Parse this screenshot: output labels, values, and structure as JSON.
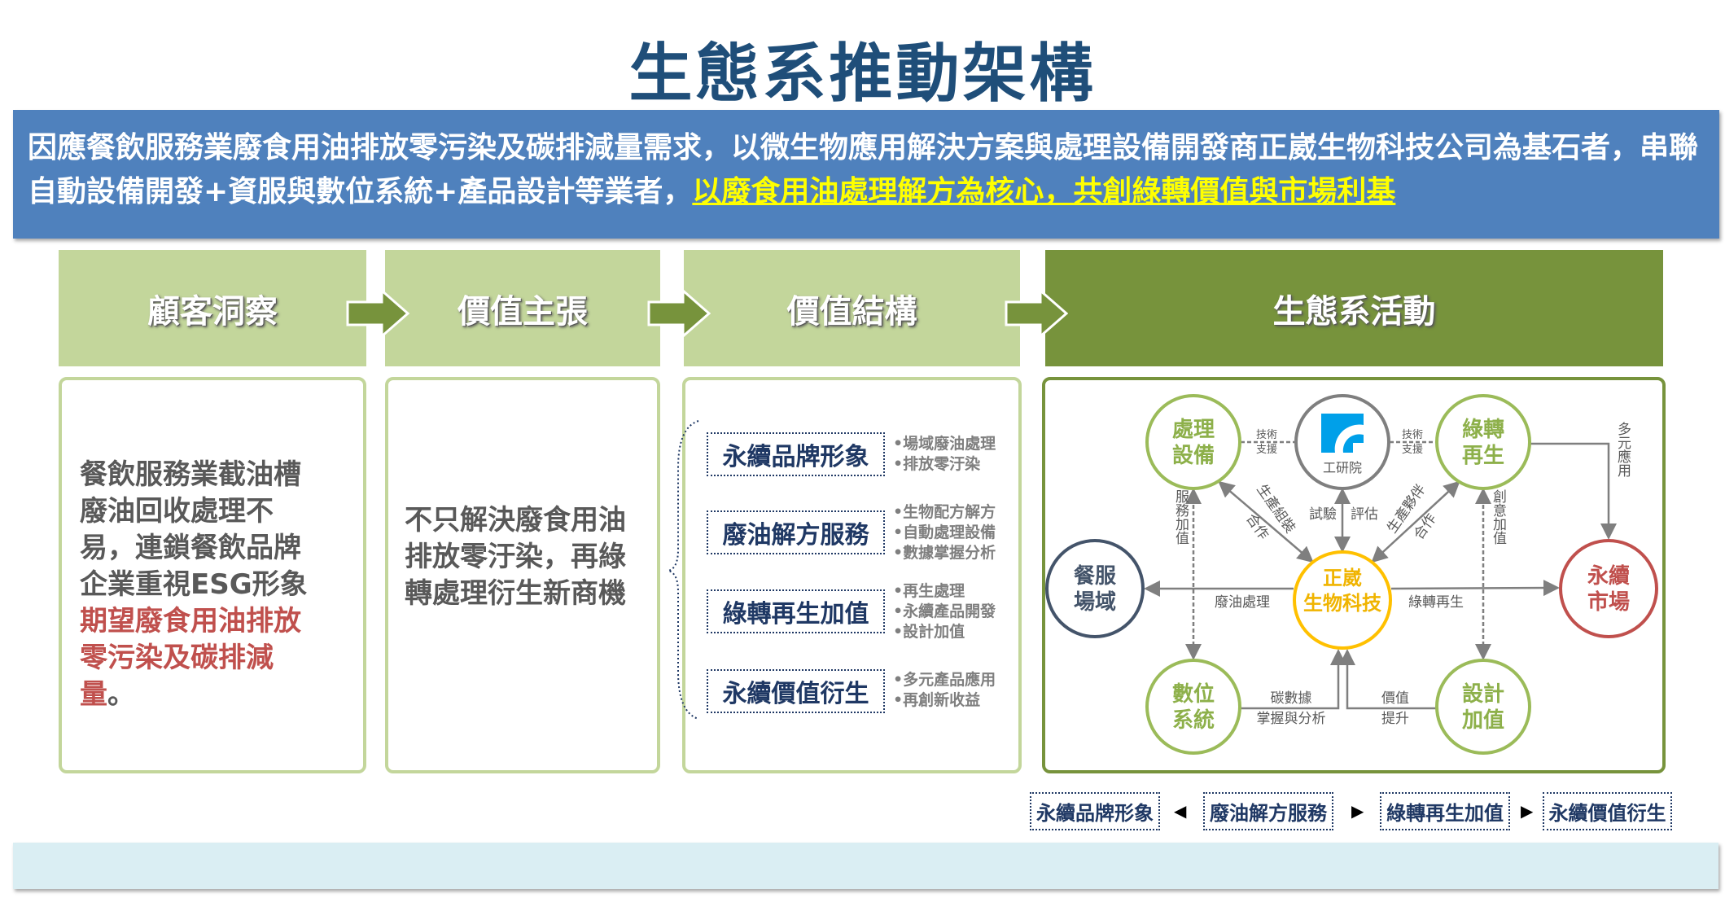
{
  "title": "生態系推動架構",
  "banner": {
    "text": "因應餐飲服務業廢食用油排放零污染及碳排減量需求，以微生物應用解決方案與處理設備開發商正崴生物科技公司為基石者，串聯自動設備開發+資服與數位系統+產品設計等業者，",
    "highlight": "以廢食用油處理解方為核心，共創綠轉價值與市場利基"
  },
  "headers": [
    "顧客洞察",
    "價值主張",
    "價值結構",
    "生態系活動"
  ],
  "insight": {
    "text": "餐飲服務業截油槽廢油回收處理不易，連鎖餐飲品牌企業重視ESG形象",
    "highlight": "期望廢食用油排放零污染及碳排減量",
    "end": "。"
  },
  "proposition": "不只解決廢食用油排放零汙染，再綠轉處理衍生新商機",
  "structure": [
    {
      "label": "永續品牌形象",
      "bullets": [
        "•場域廢油處理",
        "•排放零汙染"
      ]
    },
    {
      "label": "廢油解方服務",
      "bullets": [
        "•生物配方解方",
        "•自動處理設備",
        "•數據掌握分析"
      ]
    },
    {
      "label": "綠轉再生加值",
      "bullets": [
        "•再生處理",
        "•永續產品開發",
        "•設計加值"
      ]
    },
    {
      "label": "永續價值衍生",
      "bullets": [
        "•多元產品應用",
        "•再創新收益"
      ]
    }
  ],
  "diagram": {
    "nodes": {
      "equipment": [
        "處理",
        "設備"
      ],
      "itri": "工研院",
      "green": [
        "綠轉",
        "再生"
      ],
      "venue": [
        "餐服",
        "場域"
      ],
      "core": [
        "正崴",
        "生物科技"
      ],
      "market": [
        "永續",
        "市場"
      ],
      "digital": [
        "數位",
        "系統"
      ],
      "design": [
        "設計",
        "加值"
      ]
    },
    "edges": {
      "tech1": [
        "技術",
        "支援"
      ],
      "tech2": [
        "技術",
        "支援"
      ],
      "trial": "試驗",
      "eval": "評估",
      "assembly": [
        "生產組裝",
        "合作"
      ],
      "partner": [
        "生產夥伴",
        "合作"
      ],
      "service": "服務加值",
      "creative": "創意加值",
      "multi": "多元應用",
      "oil": "廢油處理",
      "regen": "綠轉再生",
      "carbon": [
        "碳數據",
        "掌握與分析"
      ],
      "value": [
        "價值",
        "提升"
      ]
    }
  },
  "flow": [
    "永續品牌形象",
    "廢油解方服務",
    "綠轉再生加值",
    "永續價值衍生"
  ],
  "flow_arrows": [
    "◀",
    "▶",
    "▶"
  ],
  "colors": {
    "title": "#1f4e79",
    "banner": "#4f81bd",
    "light_green": "#c3d69b",
    "dark_green": "#77933c",
    "core": "#ffc000",
    "market": "#c0504d",
    "venue": "#44546a",
    "footer": "#daeef3"
  }
}
